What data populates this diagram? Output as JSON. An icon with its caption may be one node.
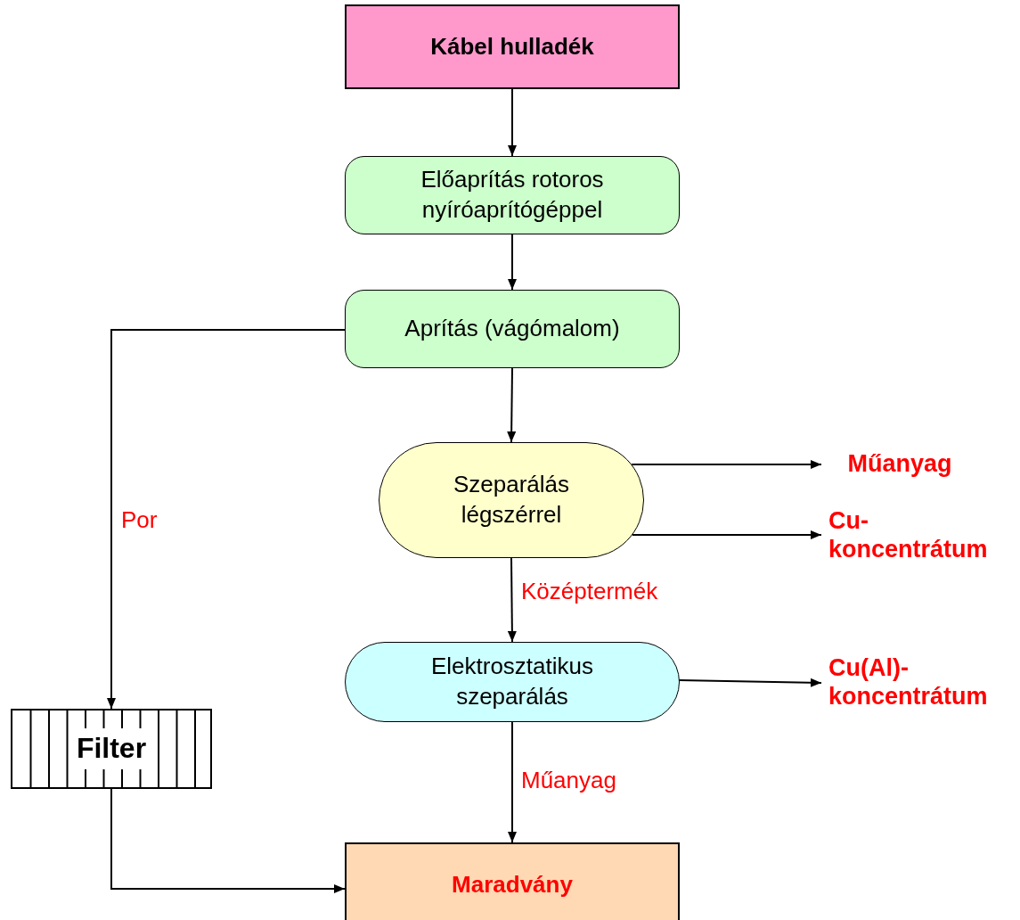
{
  "diagram": {
    "nodes": [
      {
        "text": [
          "Kábel hulladék"
        ]
      },
      {
        "text": [
          "Előaprítás rotoros nyíróaprítógéppel"
        ]
      },
      {
        "text": [
          "Aprítás (vágómalom)"
        ]
      },
      {
        "text": [
          "Szeparálás légszérrel"
        ]
      },
      {
        "text": [
          "Műanyag"
        ]
      },
      {
        "text": [
          "Cu- koncentrátum"
        ]
      },
      {
        "text": [
          "Elektrosztatikus szeparálás"
        ]
      },
      {
        "text": [
          "Cu(Al)- koncentrátum"
        ]
      },
      {
        "text": [
          "Filter"
        ]
      },
      {
        "text": [
          "Maradvány"
        ]
      }
    ],
    "edges": [
      {
        "from": 0,
        "to": 1,
        "arrow": "to"
      },
      {
        "from": 1,
        "to": 2,
        "arrow": "to"
      },
      {
        "from": 2,
        "to": 3,
        "arrow": "to"
      },
      {
        "from": 3,
        "to": 4,
        "arrow": "to"
      },
      {
        "from": 3,
        "to": 5,
        "arrow": "to"
      },
      {
        "from": 3,
        "to": 6,
        "label": "Középtermék",
        "arrow": "to"
      },
      {
        "from": 6,
        "to": 7,
        "arrow": "to"
      },
      {
        "from": 6,
        "to": 9,
        "label": "Műanyag",
        "arrow": "to"
      },
      {
        "from": 2,
        "to": 8,
        "label": "Por",
        "arrow": "to"
      },
      {
        "from": 8,
        "to": 9,
        "arrow": "to"
      }
    ]
  }
}
